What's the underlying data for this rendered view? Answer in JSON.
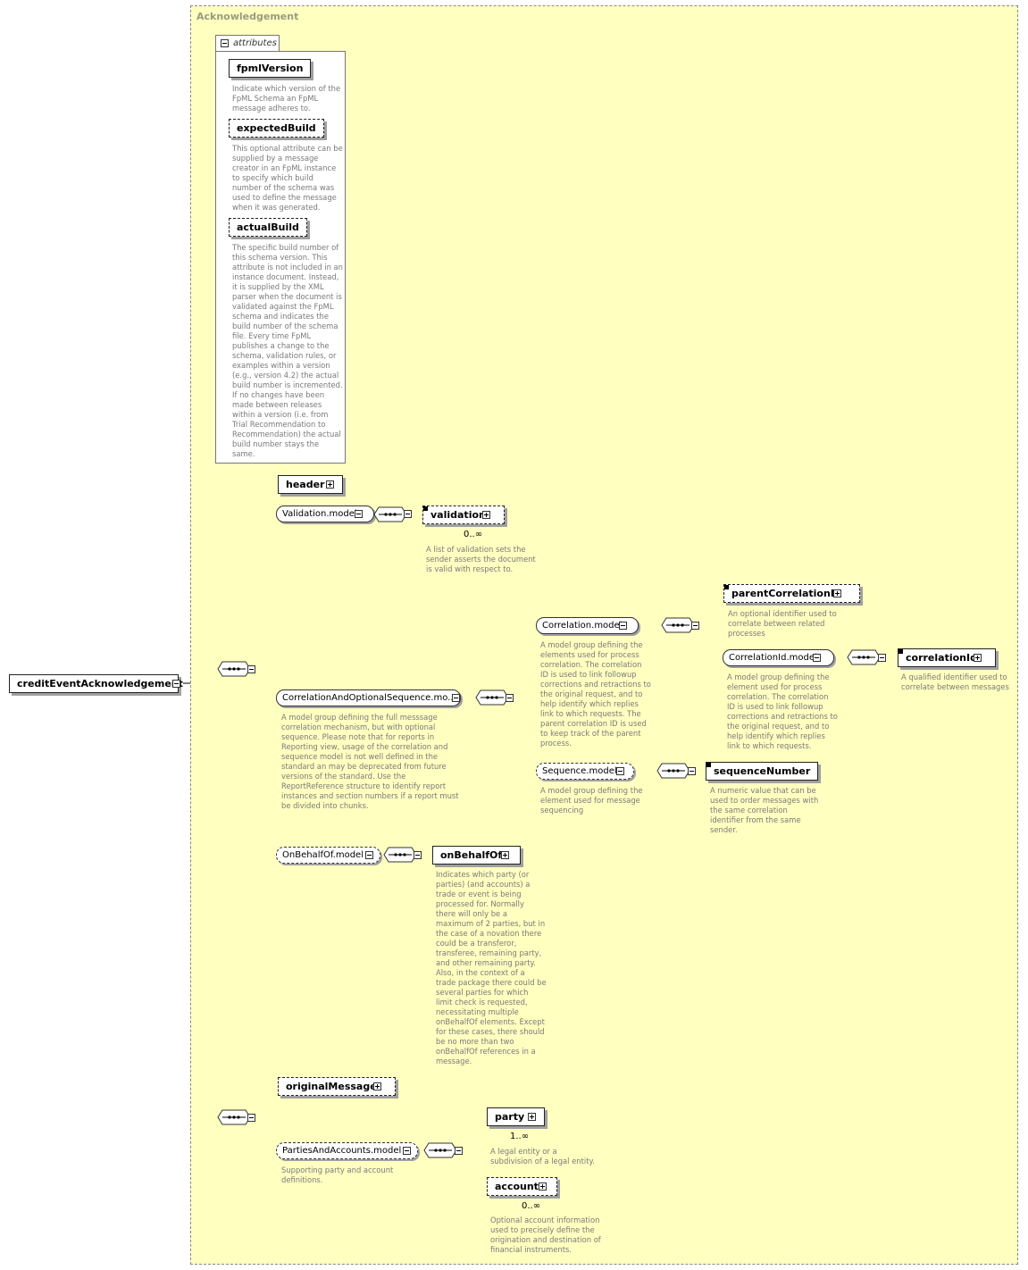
{
  "container": {
    "title": "Acknowledgement"
  },
  "root": {
    "label": "creditEventAcknowledgement"
  },
  "attributes": {
    "tab_label": "attributes",
    "items": [
      {
        "name": "fpmlVersion",
        "description": "Indicate which version of the\nFpML Schema an FpML\nmessage adheres to."
      },
      {
        "name": "expectedBuild",
        "description": "This optional attribute can be\nsupplied by a message\ncreator in an FpML instance\nto specify which build\nnumber of the schema was\nused to define the message\nwhen it was generated."
      },
      {
        "name": "actualBuild",
        "description": "The specific build number of\nthis schema version. This\nattribute is not included in an\ninstance document. Instead,\nit is supplied by the XML\nparser when the document is\nvalidated against the FpML\nschema and indicates the\nbuild number of the schema\nfile. Every time FpML\npublishes a change to the\nschema, validation rules, or\nexamples within a version\n(e.g., version 4.2) the actual\nbuild number is incremented.\nIf no changes have been\nmade between releases\nwithin a version (i.e. from\nTrial Recommendation to\nRecommendation) the actual\nbuild number stays the\nsame."
      }
    ]
  },
  "nodes": {
    "header": {
      "label": "header"
    },
    "validation_model": {
      "label": "Validation.model"
    },
    "validation": {
      "label": "validation",
      "cardinality": "0..∞",
      "description": "A list of validation sets the\nsender asserts the document\nis valid with respect to."
    },
    "correlation_optional_sequence": {
      "label": "CorrelationAndOptionalSequence.mo...",
      "description": "A model group defining the full messsage\ncorrelation mechanism, but with optional\nsequence. Please note that for reports in\nReporting view, usage of the correlation and\nsequence model is not well defined in the\nstandard an may be deprecated from future\nversions of the standard. Use the\nReportReference structure to identify report\ninstances and section numbers if a report must\nbe divided into chunks."
    },
    "correlation_model": {
      "label": "Correlation.model",
      "description": "A model group defining the\nelements used for process\ncorrelation. The correlation\nID is used to link followup\ncorrections and retractions to\nthe original request, and to\nhelp identify which replies\nlink to which requests. The\nparent correlation ID is used\nto keep track of the parent\nprocess."
    },
    "parent_correlation_id": {
      "label": "parentCorrelationId",
      "description": "An optional identifier used to\ncorrelate between related\nprocesses"
    },
    "correlation_id_model": {
      "label": "CorrelationId.model",
      "description": "A model group defining the\nelement used for process\ncorrelation. The correlation\nID is used to link followup\ncorrections and retractions to\nthe original request, and to\nhelp identify which replies\nlink to which requests."
    },
    "correlation_id": {
      "label": "correlationId",
      "description": "A qualified identifier used to\ncorrelate between messages"
    },
    "sequence_model": {
      "label": "Sequence.model",
      "description": "A model group defining the\nelement used for message\nsequencing"
    },
    "sequence_number": {
      "label": "sequenceNumber",
      "description": "A numeric value that can be\nused to order messages with\nthe same correlation\nidentifier from the same\nsender."
    },
    "on_behalf_of_model": {
      "label": "OnBehalfOf.model"
    },
    "on_behalf_of": {
      "label": "onBehalfOf",
      "description": "Indicates which party (or\nparties) (and accounts) a\ntrade or event is being\nprocessed for. Normally\nthere will only be a\nmaximum of 2 parties, but in\nthe case of a novation there\ncould be a transferor,\ntransferee, remaining party,\nand other remaining party.\nAlso, in the context of a\ntrade package there could be\nseveral parties for which\nlimit check is requested,\nnecessitating multiple\nonBehalfOf elements. Except\nfor these cases, there should\nbe no more than two\nonBehalfOf references in a\nmessage."
    },
    "original_message": {
      "label": "originalMessage"
    },
    "parties_accounts_model": {
      "label": "PartiesAndAccounts.model",
      "description": "Supporting party and account\ndefinitions."
    },
    "party": {
      "label": "party",
      "cardinality": "1..∞",
      "description": "A legal entity or a\nsubdivision of a legal entity."
    },
    "account": {
      "label": "account",
      "cardinality": "0..∞",
      "description": "Optional account information\nused to precisely define the\norigination and destination of\nfinancial instruments."
    }
  },
  "colors": {
    "container_bg": "#ffffc0",
    "line": "#000000",
    "description_text": "#7a7a7a"
  }
}
